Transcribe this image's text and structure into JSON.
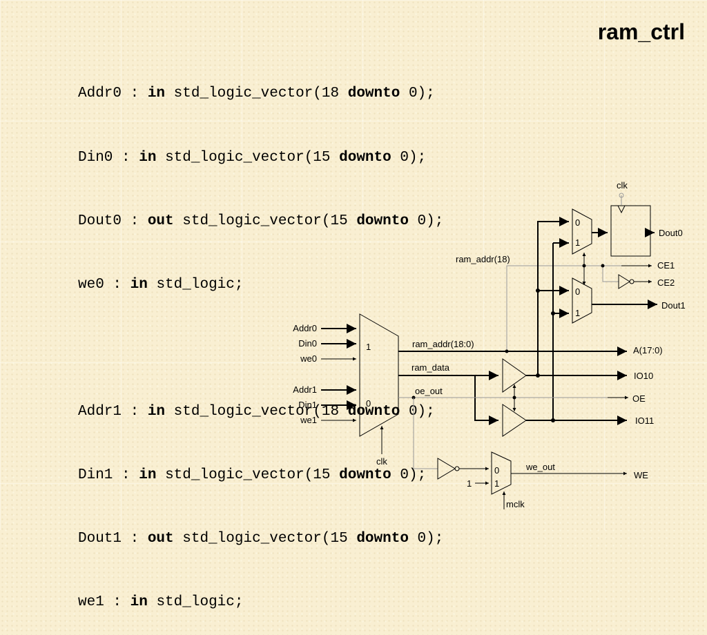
{
  "title": "ram_ctrl",
  "code": [
    {
      "name": "Addr0",
      "dir": "in",
      "type": "std_logic_vector(18",
      "kw": "downto",
      "end": "0);"
    },
    {
      "name": "Din0",
      "dir": "in",
      "type": "std_logic_vector(15",
      "kw": "downto",
      "end": "0);"
    },
    {
      "name": "Dout0",
      "dir": "out",
      "type": "std_logic_vector(15",
      "kw": "downto",
      "end": "0);"
    },
    {
      "name": "we0",
      "dir": "in",
      "type": "std_logic;",
      "kw": "",
      "end": ""
    },
    {
      "name": "Addr1",
      "dir": "in",
      "type": "std_logic_vector(18",
      "kw": "downto",
      "end": "0);"
    },
    {
      "name": "Din1",
      "dir": "in",
      "type": "std_logic_vector(15",
      "kw": "downto",
      "end": "0);"
    },
    {
      "name": "Dout1",
      "dir": "out",
      "type": "std_logic_vector(15",
      "kw": "downto",
      "end": "0);"
    },
    {
      "name": "we1",
      "dir": "in",
      "type": "std_logic;",
      "kw": "",
      "end": ""
    }
  ],
  "diagram": {
    "inputs": [
      "Addr0",
      "Din0",
      "we0",
      "Addr1",
      "Din1",
      "we1"
    ],
    "mux_main": {
      "sel1": "1",
      "sel0": "0",
      "clk": "clk"
    },
    "signals": {
      "ram_addr_18": "ram_addr(18)",
      "ram_addr": "ram_addr(18:0)",
      "ram_data": "ram_data",
      "oe_out": "oe_out",
      "we_out": "we_out"
    },
    "outputs": {
      "dout0": "Dout0",
      "ce1": "CE1",
      "ce2": "CE2",
      "dout1": "Dout1",
      "addr": "A(17:0)",
      "io10": "IO10",
      "oe": "OE",
      "io11": "IO11",
      "we": "WE"
    },
    "mux_sel": {
      "zero": "0",
      "one": "1"
    },
    "clk": "clk",
    "mclk": "mclk",
    "const_one": "1"
  }
}
